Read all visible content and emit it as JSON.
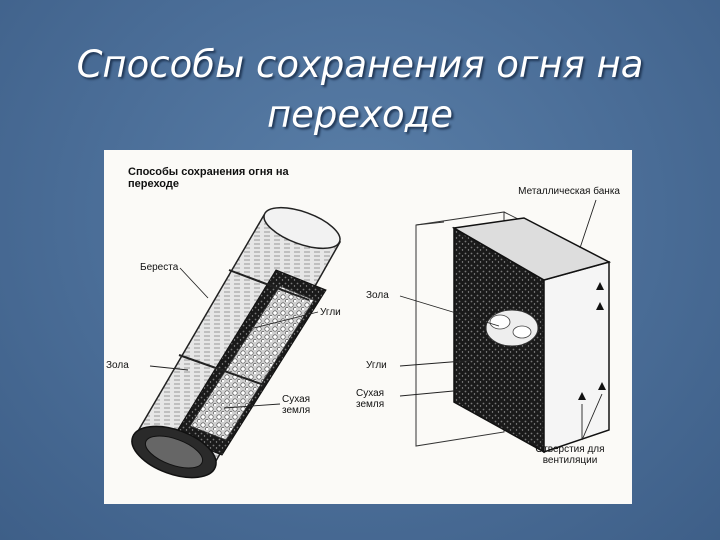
{
  "slide": {
    "title": "Способы сохранения огня на переходе"
  },
  "figure": {
    "title": "Способы сохранения огня на переходе",
    "left_labels": {
      "bark": "Береста",
      "coals": "Угли",
      "ash": "Зола",
      "dry_earth": "Сухая земля"
    },
    "right_labels": {
      "metal_can": "Металлическая банка",
      "ash": "Зола",
      "coals": "Угли",
      "dry_earth": "Сухая земля",
      "vent_holes": "Отверстия для вентиляции"
    }
  }
}
